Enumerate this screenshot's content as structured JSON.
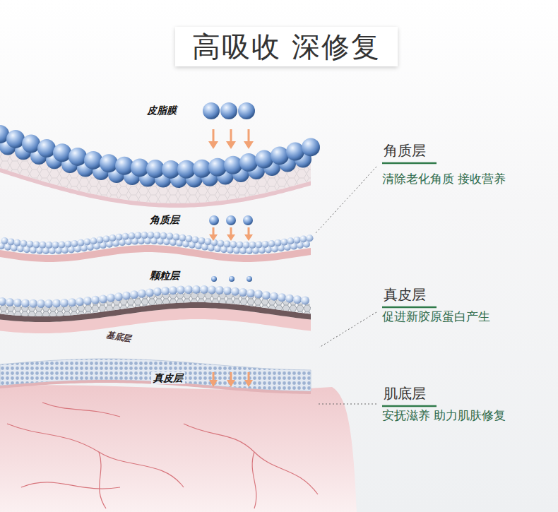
{
  "diagram": {
    "title": "高吸收 深修复",
    "labels": [
      "皮脂膜",
      "角质层",
      "颗粒层",
      "基底层",
      "真皮层",
      "角质层",
      "清除老化角质 接收营养",
      "真皮层",
      "促进新胶原蛋白产生",
      "肌底层",
      "安抚滋养 助力肌肤修复"
    ]
  }
}
